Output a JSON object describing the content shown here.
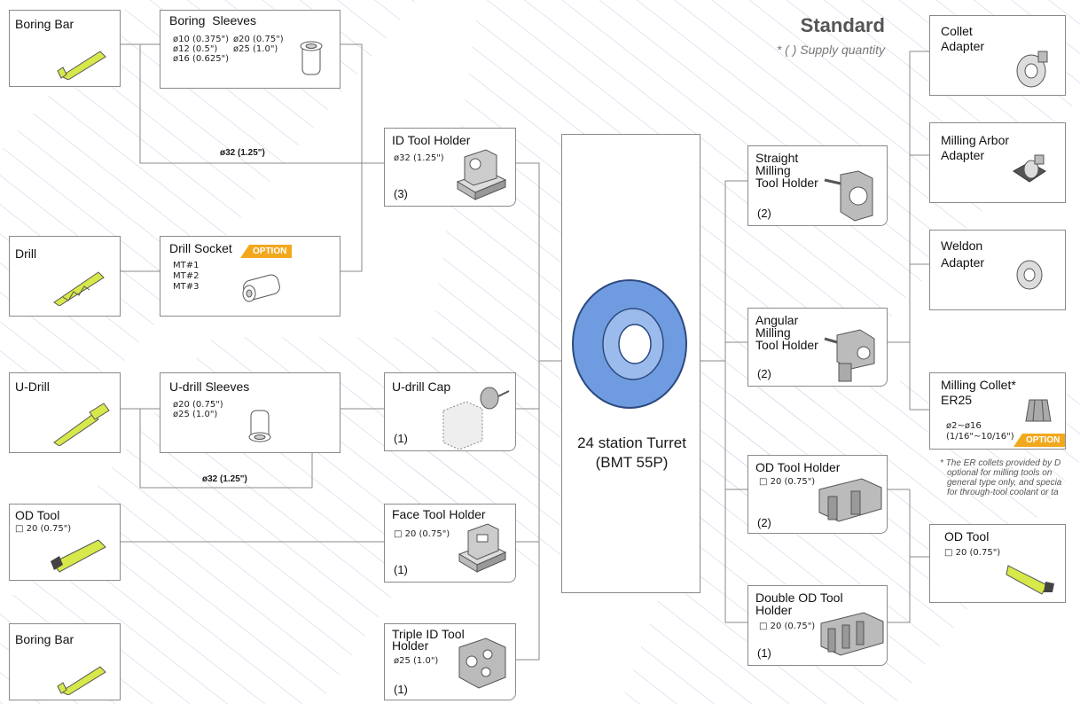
{
  "header": {
    "title": "Standard",
    "subtitle": "* ( ) Supply quantity"
  },
  "turret": {
    "line1": "24 station Turret",
    "line2": "(BMT 55P)"
  },
  "option_badge": "OPTION",
  "left": {
    "boring_bar_top": "Boring Bar",
    "drill": "Drill",
    "u_drill": "U-Drill",
    "od_tool": {
      "title": "OD Tool",
      "spec": "□ 20 (0.75\")"
    },
    "boring_bar_bottom": "Boring Bar"
  },
  "mid": {
    "boring_sleeves": {
      "title": "Boring  Sleeves",
      "specs_a": [
        "ø10 (0.375\")",
        "ø12 (0.5\")",
        "ø16 (0.625\")"
      ],
      "specs_b": [
        "ø20 (0.75\")",
        "ø25 (1.0\")"
      ]
    },
    "drill_socket": {
      "title": "Drill Socket",
      "specs": [
        "MT#1",
        "MT#2",
        "MT#3"
      ]
    },
    "u_drill_sleeves": {
      "title": "U-drill Sleeves",
      "specs": [
        "ø20 (0.75\")",
        "ø25 (1.0\")"
      ]
    }
  },
  "connectors": {
    "top": "ø32 (1.25\")",
    "bottom": "ø32 (1.25\")"
  },
  "holders": {
    "id_tool": {
      "title": "ID Tool Holder",
      "spec": "ø32 (1.25\")",
      "qty": "(3)"
    },
    "u_drill_cap": {
      "title": "U-drill Cap",
      "qty": "(1)"
    },
    "face_tool": {
      "title": "Face Tool Holder",
      "spec": "□ 20 (0.75\")",
      "qty": "(1)"
    },
    "triple_id": {
      "title1": "Triple ID Tool",
      "title2": "Holder",
      "spec": "ø25 (1.0\")",
      "qty": "(1)"
    }
  },
  "right": {
    "straight_milling": {
      "t1": "Straight",
      "t2": "Milling",
      "t3": "Tool Holder",
      "qty": "(2)"
    },
    "angular_milling": {
      "t1": "Angular",
      "t2": "Milling",
      "t3": "Tool Holder",
      "qty": "(2)"
    },
    "od_holder": {
      "title": "OD Tool Holder",
      "spec": "□ 20 (0.75\")",
      "qty": "(2)"
    },
    "double_od": {
      "t1": "Double OD Tool",
      "t2": "Holder",
      "spec": "□ 20 (0.75\")",
      "qty": "(1)"
    }
  },
  "far_right": {
    "collet_adapter": {
      "t1": "Collet",
      "t2": "Adapter"
    },
    "milling_arbor": {
      "t1": "Milling Arbor",
      "t2": "Adapter"
    },
    "weldon": {
      "t1": "Weldon",
      "t2": "Adapter"
    },
    "milling_collet": {
      "t1": "Milling Collet*",
      "t2": "ER25",
      "s1": "ø2~ø16",
      "s2": "(1/16\"~10/16\")"
    },
    "od_tool": {
      "title": "OD Tool",
      "spec": "□ 20 (0.75\")"
    }
  },
  "footnote": [
    "* The ER collets provided by D",
    "optional for milling tools on",
    "general type only, and specia",
    "for through-tool coolant or ta"
  ],
  "colors": {
    "tool": "#d7e84a",
    "turret": "#6f9ce0",
    "option": "#f2a81d",
    "hatch": "#c4cfe6"
  }
}
